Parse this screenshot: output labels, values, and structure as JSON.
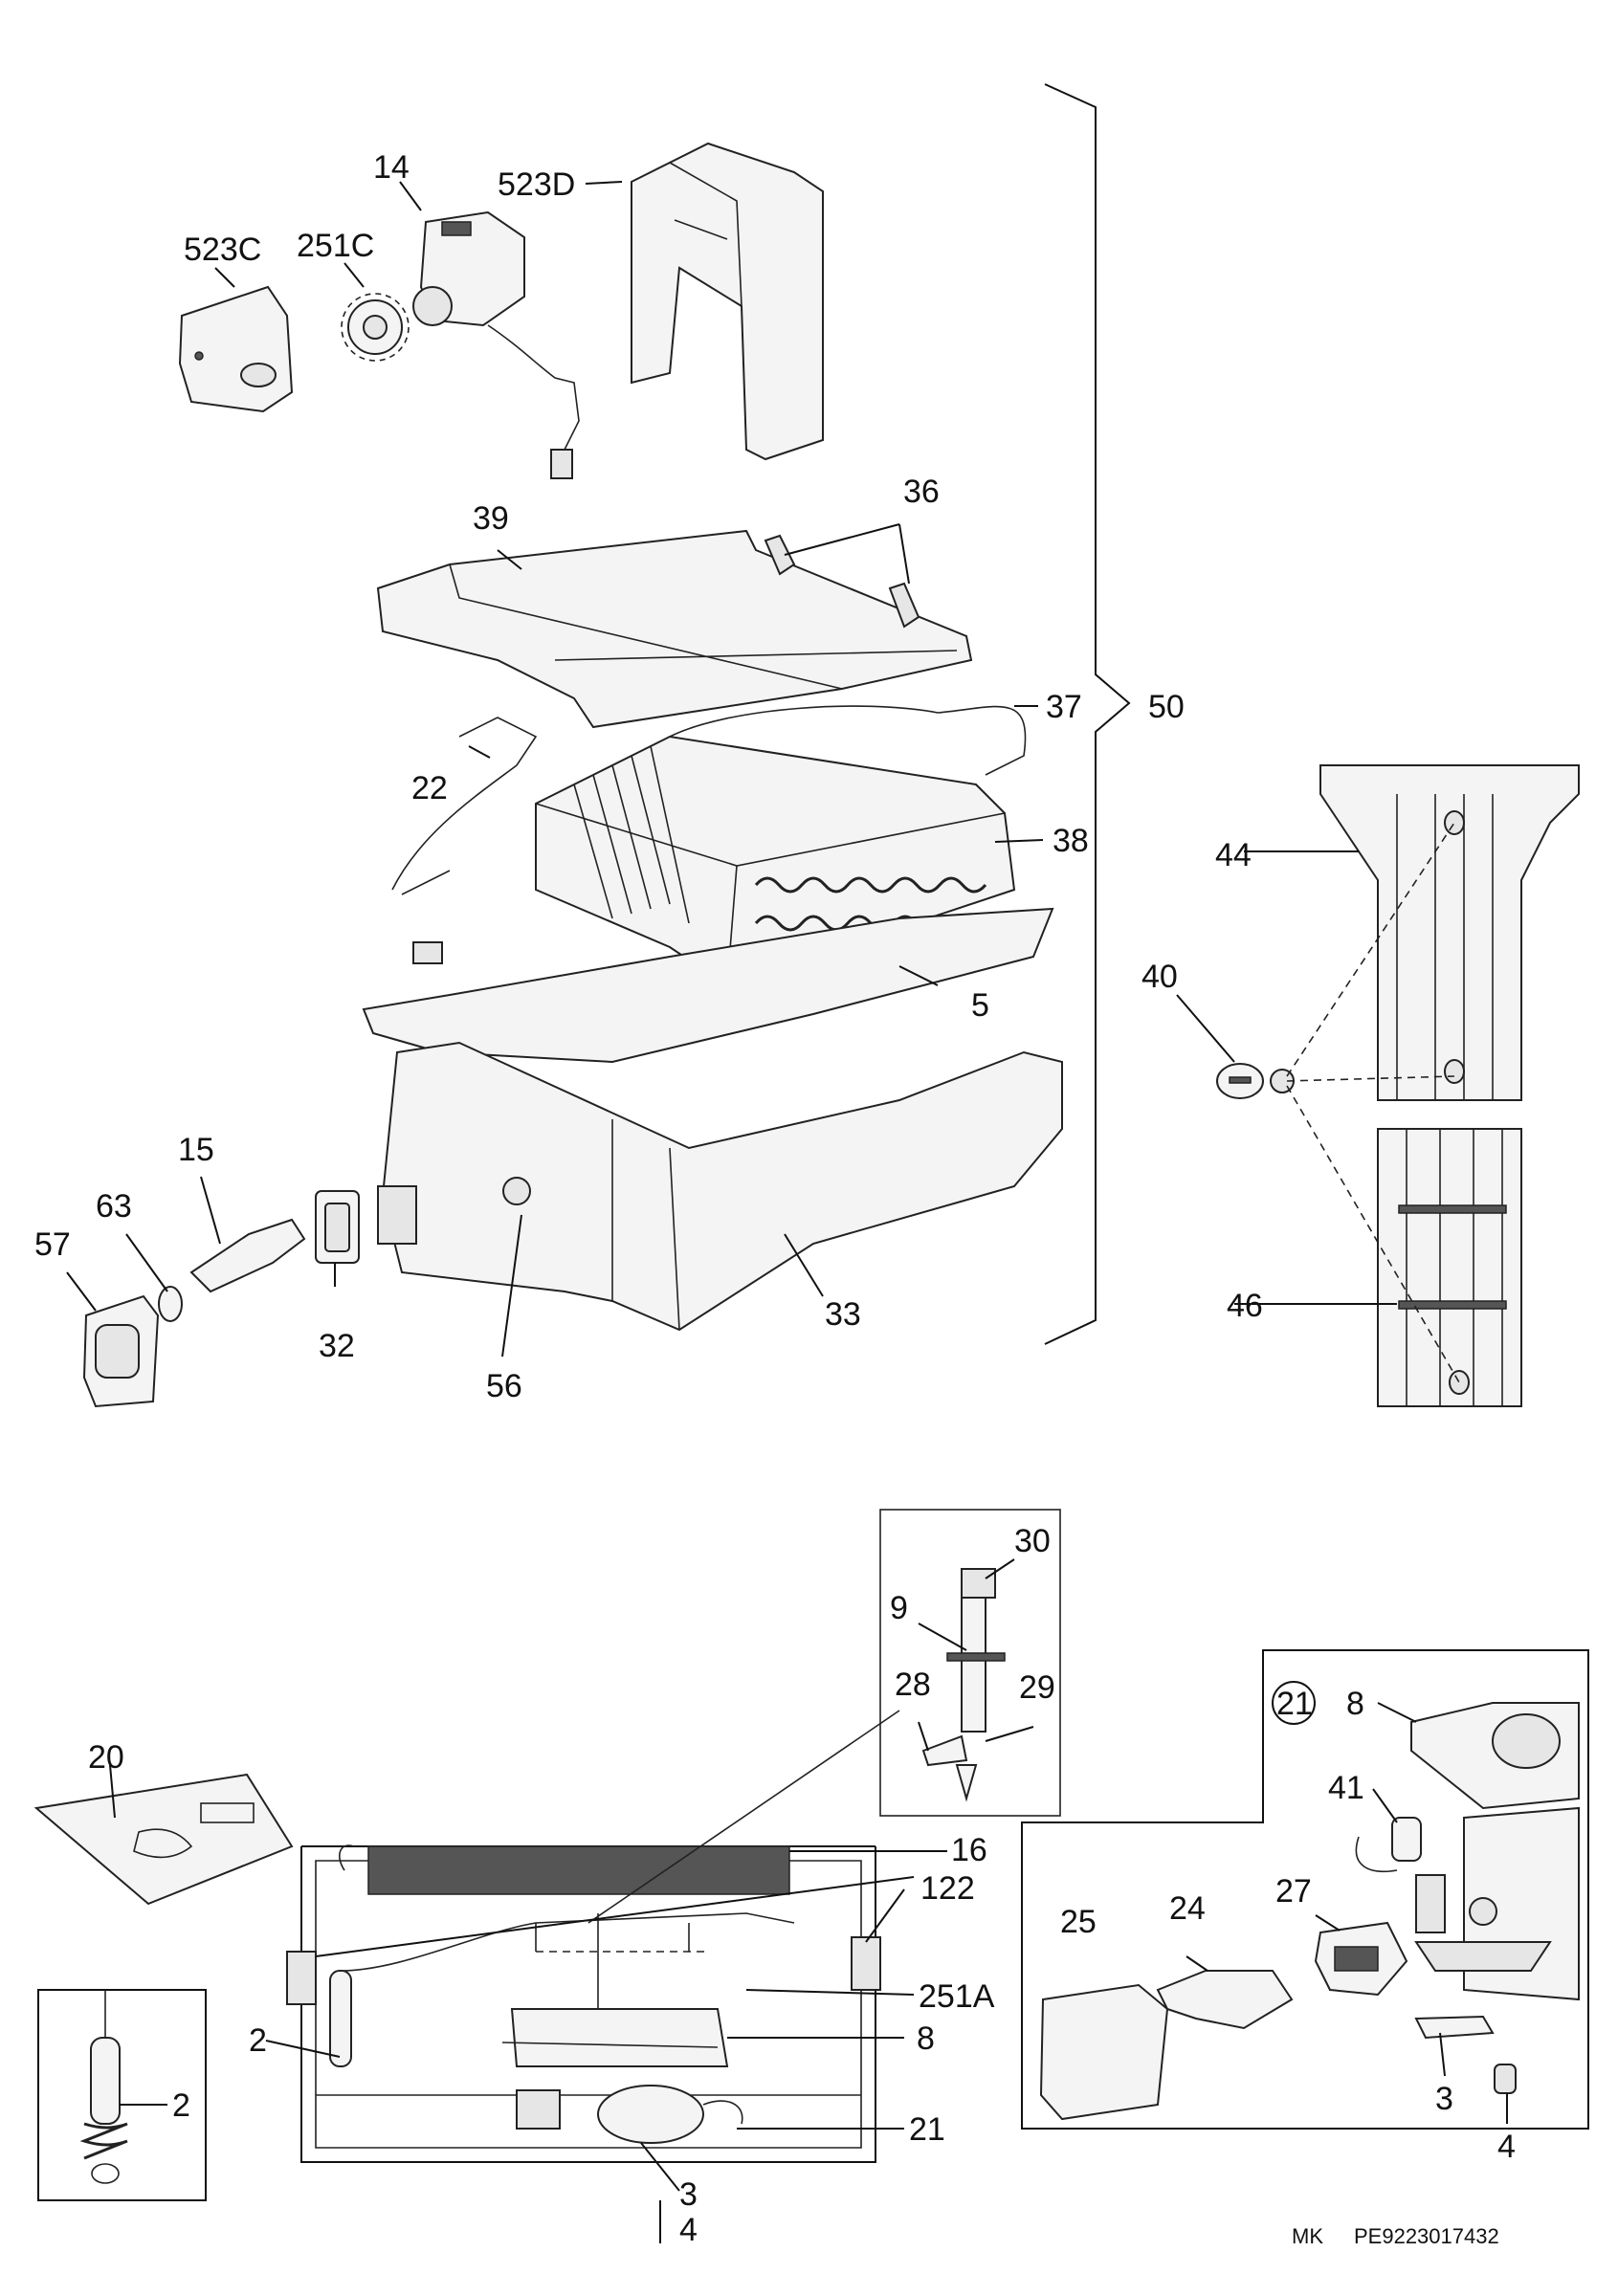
{
  "labels": {
    "l14": "14",
    "l523D": "523D",
    "l523C": "523C",
    "l251C": "251C",
    "l39": "39",
    "l36": "36",
    "l37": "37",
    "l50": "50",
    "l22": "22",
    "l38": "38",
    "l44": "44",
    "l5": "5",
    "l40": "40",
    "l15": "15",
    "l63": "63",
    "l57": "57",
    "l32": "32",
    "l56": "56",
    "l33": "33",
    "l46": "46",
    "l30": "30",
    "l9": "9",
    "l28": "28",
    "l29": "29",
    "l20": "20",
    "l16": "16",
    "l122": "122",
    "l251A": "251A",
    "l8a": "8",
    "l2a": "2",
    "l2b": "2",
    "l21": "21",
    "l3a": "3",
    "l4a": "4",
    "l21c": "21",
    "l8b": "8",
    "l41": "41",
    "l25": "25",
    "l24": "24",
    "l27": "27",
    "l3b": "3",
    "l4b": "4"
  },
  "footer": {
    "code": "MK",
    "ref": "PE9223017432"
  }
}
